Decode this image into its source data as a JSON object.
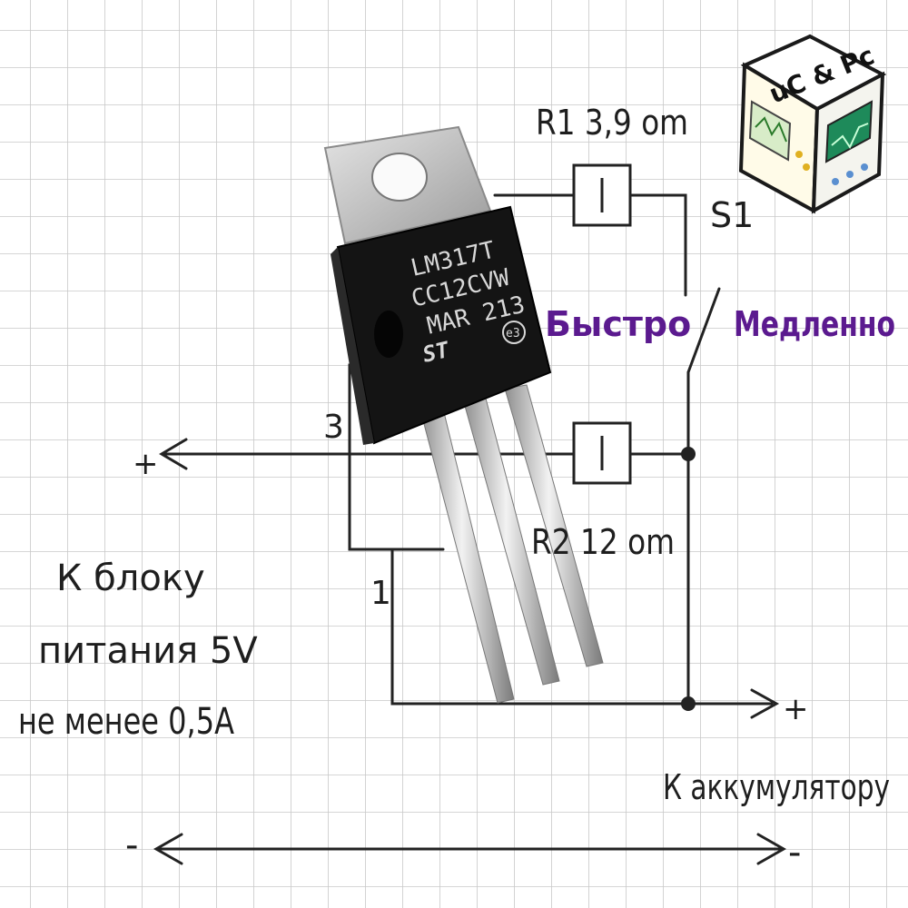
{
  "labels": {
    "r1": "R1 3,9 om",
    "s1": "S1",
    "fast": "Быстро",
    "slow": "Медленно",
    "pin3": "3",
    "pin1": "1",
    "r2": "R2 12 om",
    "plus_left": "+",
    "plus_right": "+",
    "minus_left": "-",
    "minus_right": "-",
    "psu_line1": "К блоку",
    "psu_line2": "питания 5V",
    "psu_line3": "не менее 0,5А",
    "battery": "К аккумулятору"
  },
  "chip": {
    "line1": "LM317T",
    "line2": "CC12CVW",
    "line3": "MAR 213",
    "e3": "e3",
    "st": "ST"
  },
  "logo": {
    "text": "uC & Pc"
  },
  "colors": {
    "grid": "#c8c8c8",
    "wire": "#222222",
    "accent": "#5b1a8f",
    "chip_body": "#141414",
    "metal": "#bdbdbd"
  }
}
